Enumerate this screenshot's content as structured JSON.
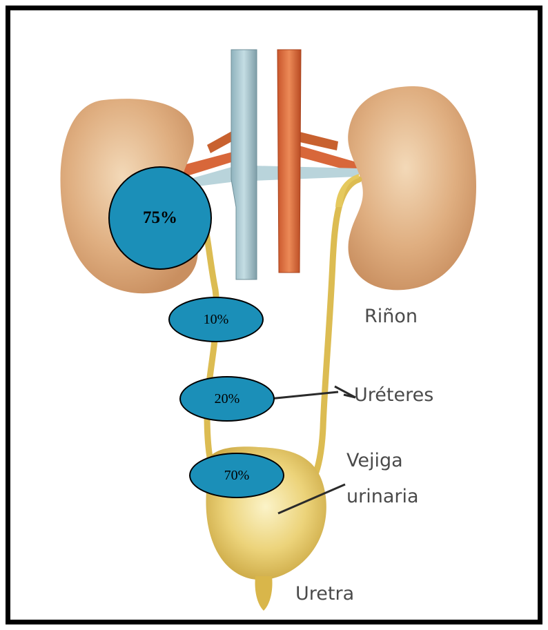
{
  "diagram": {
    "labels": {
      "kidney": "Riñon",
      "ureters": "Uréteres",
      "bladder_line1": "Vejiga",
      "bladder_line2": "urinaria",
      "urethra": "Uretra"
    },
    "percentages": {
      "kidney": "75%",
      "upper_ureter": "10%",
      "mid_ureter": "20%",
      "bladder": "70%"
    },
    "colors": {
      "frame": "#000000",
      "marker_fill": "#1b8fb8",
      "kidney": "#d9a878",
      "vein": "#a7c6cf",
      "artery": "#d8673a",
      "urinary": "#e0c35a"
    }
  }
}
